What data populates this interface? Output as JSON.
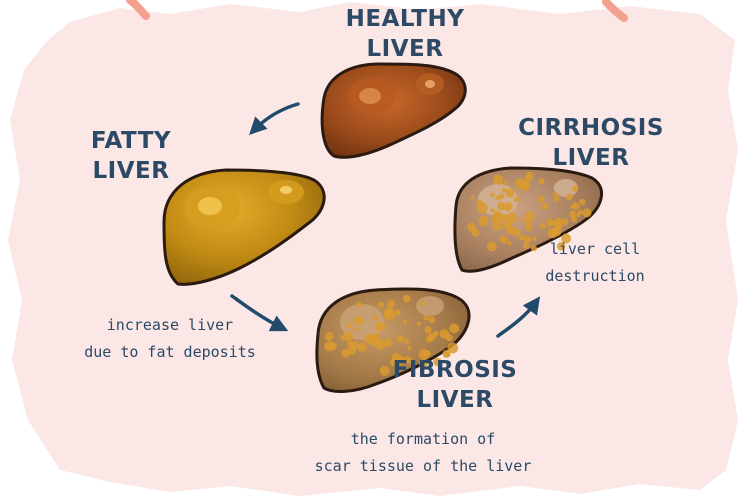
{
  "stages": {
    "healthy": {
      "title": [
        "HEALTHY",
        "LIVER"
      ]
    },
    "fatty": {
      "title": [
        "FATTY",
        "LIVER"
      ],
      "caption": [
        "increase liver",
        "due to fat deposits"
      ]
    },
    "fibrosis": {
      "title": [
        "FIBROSIS",
        "LIVER"
      ],
      "caption": [
        "the formation of",
        "scar tissue of the liver"
      ]
    },
    "cirrhosis": {
      "title": [
        "CIRRHOSIS",
        "LIVER"
      ],
      "caption": [
        "liver cell",
        "destruction"
      ]
    }
  },
  "colors": {
    "background_blob": "#fbe7e5",
    "accent": "#f3a08e",
    "text": "#2c4a66",
    "arrow": "#214a6b",
    "healthy_liver": "#9a4a1b",
    "fatty_liver": "#c08a14",
    "fibrosis_liver": "#a47a48",
    "cirrhosis_liver": "#a88060",
    "outline": "#2a1a10"
  }
}
